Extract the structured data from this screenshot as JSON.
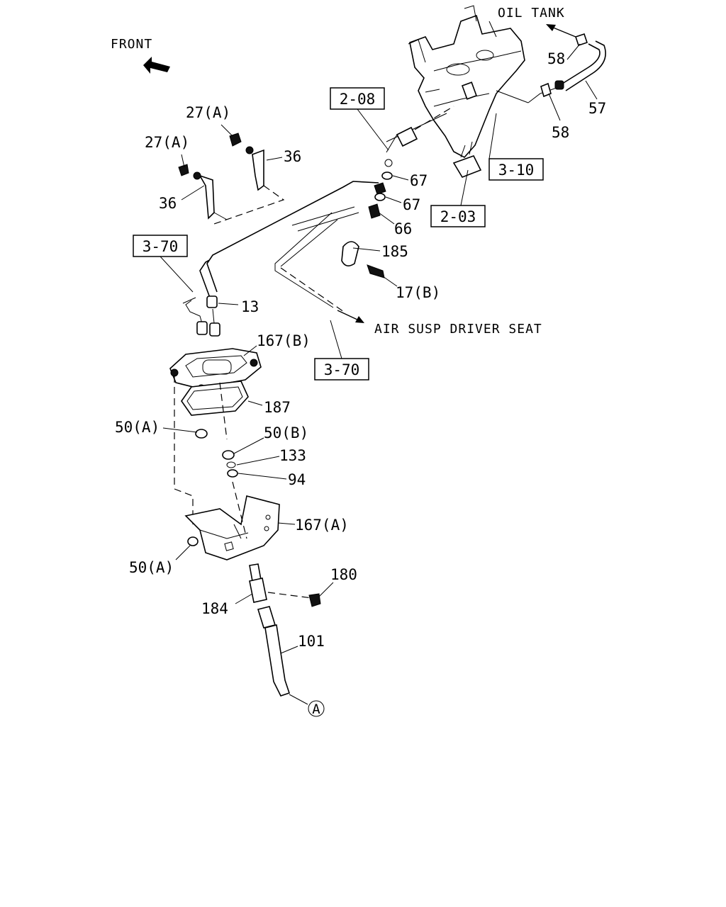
{
  "notes": {
    "oil_tank": "OIL TANK",
    "front": "FRONT",
    "air_susp": "AIR SUSP DRIVER SEAT"
  },
  "refs": {
    "r208": "2-08",
    "r310": "3-10",
    "r203": "2-03",
    "r370a": "3-70",
    "r370b": "3-70"
  },
  "labels": {
    "p58a": "58",
    "p57": "57",
    "p58b": "58",
    "p27a1": "27(A)",
    "p27a2": "27(A)",
    "p36a": "36",
    "p36b": "36",
    "p67a": "67",
    "p67b": "67",
    "p66": "66",
    "p185": "185",
    "p17b": "17(B)",
    "p13": "13",
    "p167b": "167(B)",
    "p187": "187",
    "p50a1": "50(A)",
    "p50b": "50(B)",
    "p133": "133",
    "p94": "94",
    "p167a": "167(A)",
    "p50a2": "50(A)",
    "p180": "180",
    "p184": "184",
    "p101": "101",
    "circleA": "A"
  }
}
